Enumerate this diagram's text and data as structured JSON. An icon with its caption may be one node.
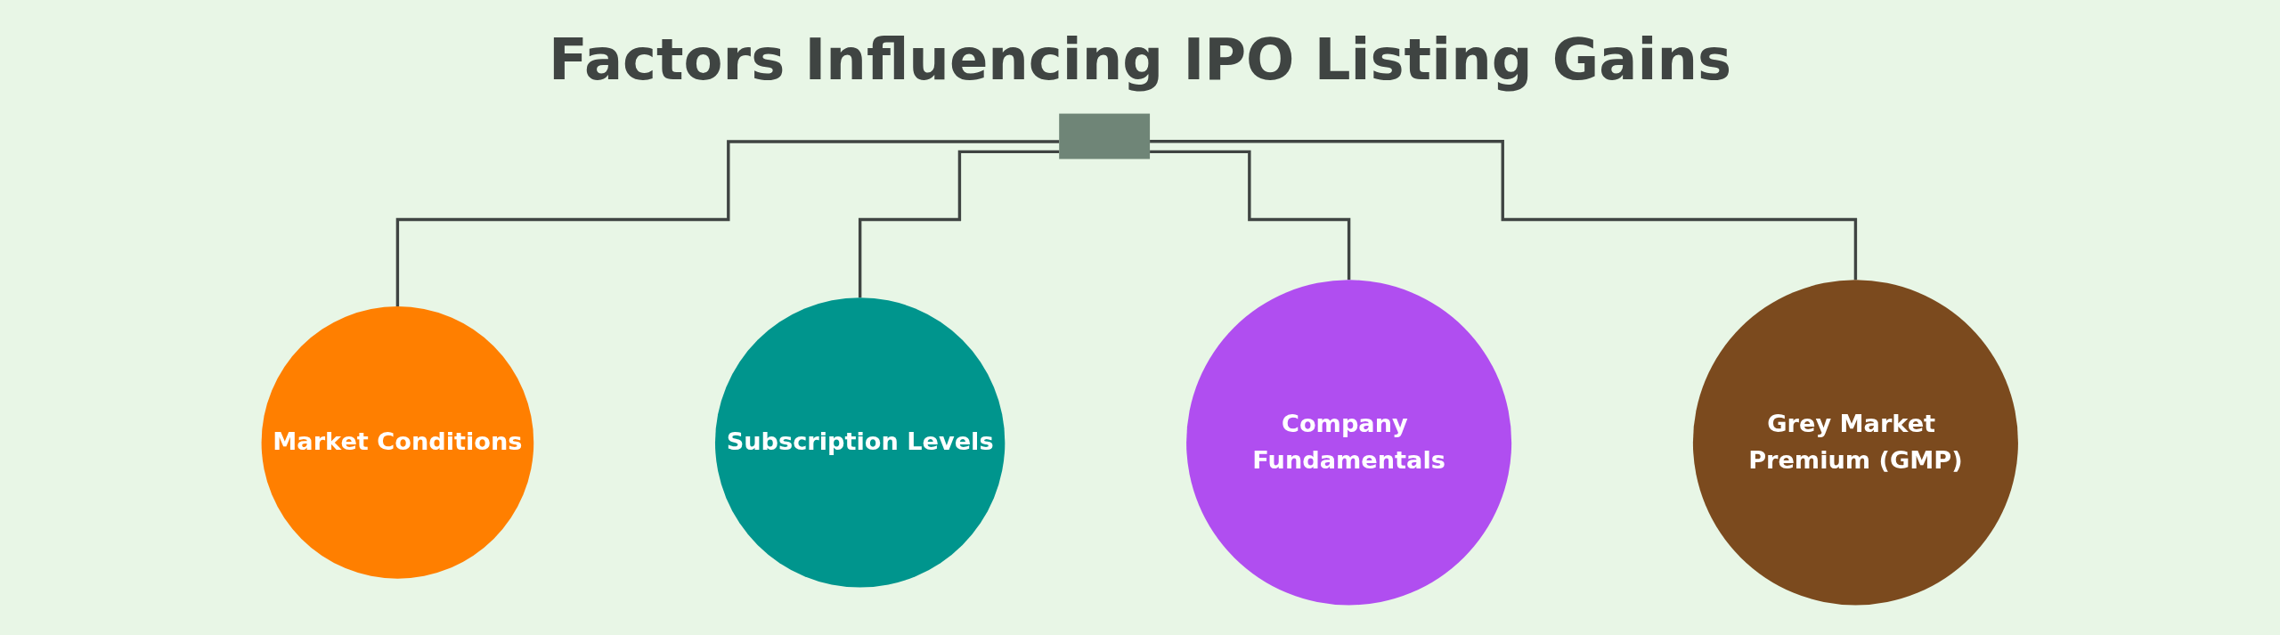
{
  "diagram": {
    "title": "Factors Influencing IPO Listing Gains",
    "nodes": [
      {
        "text": [],
        "shape": "bar"
      },
      {
        "text": [
          "Market Conditions"
        ]
      },
      {
        "text": [
          "Subscription Levels"
        ]
      },
      {
        "text": [
          "Company Fundamentals"
        ]
      },
      {
        "text": [
          "Grey Market Premium (GMP)"
        ]
      }
    ],
    "edges": [
      {
        "from": 0,
        "to": 1,
        "arrow": "none"
      },
      {
        "from": 0,
        "to": 2,
        "arrow": "none"
      },
      {
        "from": 0,
        "to": 3,
        "arrow": "none"
      },
      {
        "from": 0,
        "to": 4,
        "arrow": "none"
      }
    ]
  }
}
